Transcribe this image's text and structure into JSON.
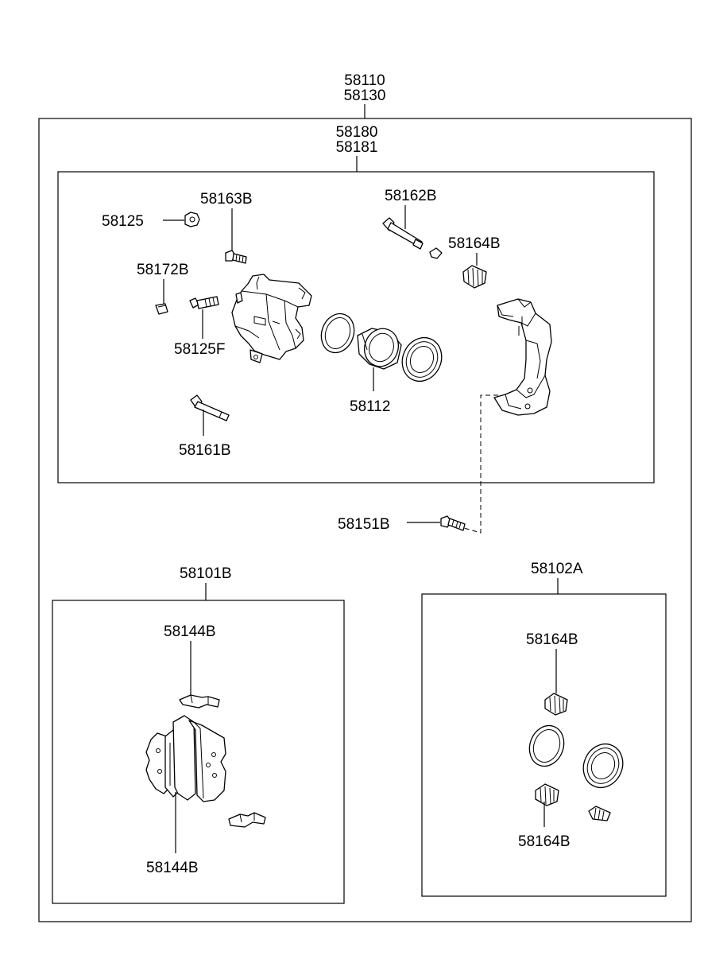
{
  "labels": {
    "assy_1": "58110",
    "assy_2": "58130",
    "caliper_1": "58180",
    "caliper_2": "58181",
    "p_58125": "58125",
    "p_58163B": "58163B",
    "p_58162B": "58162B",
    "p_58164B_top": "58164B",
    "p_58172B": "58172B",
    "p_58125F": "58125F",
    "p_58112": "58112",
    "p_58161B": "58161B",
    "p_58151B": "58151B",
    "pad_kit": "58101B",
    "p_58144B_top": "58144B",
    "p_58144B_bottom": "58144B",
    "seal_kit": "58102A",
    "p_58164B_kit_top": "58164B",
    "p_58164B_kit_bottom": "58164B"
  }
}
